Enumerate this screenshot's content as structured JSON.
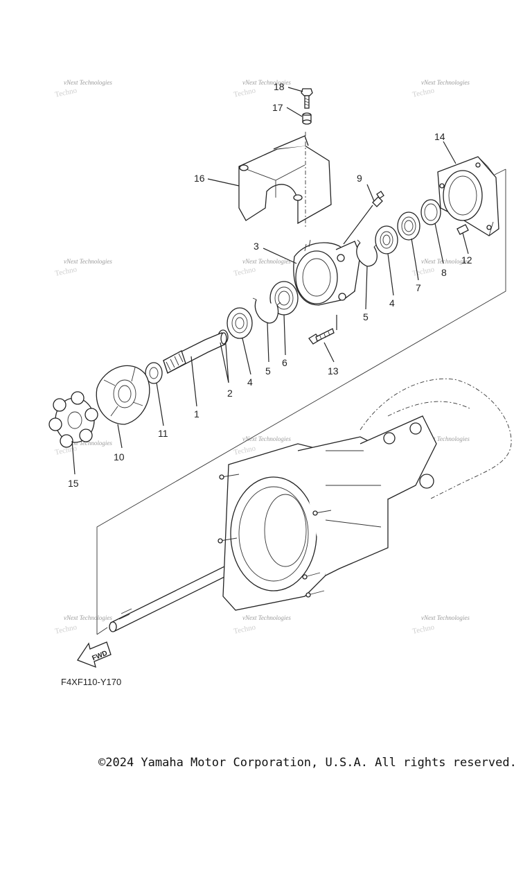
{
  "diagram": {
    "callouts": [
      {
        "id": "c1",
        "label": "1"
      },
      {
        "id": "c2",
        "label": "2"
      },
      {
        "id": "c3",
        "label": "3"
      },
      {
        "id": "c4a",
        "label": "4"
      },
      {
        "id": "c4b",
        "label": "4"
      },
      {
        "id": "c5a",
        "label": "5"
      },
      {
        "id": "c5b",
        "label": "5"
      },
      {
        "id": "c6",
        "label": "6"
      },
      {
        "id": "c7",
        "label": "7"
      },
      {
        "id": "c8",
        "label": "8"
      },
      {
        "id": "c9",
        "label": "9"
      },
      {
        "id": "c10",
        "label": "10"
      },
      {
        "id": "c11",
        "label": "11"
      },
      {
        "id": "c12",
        "label": "12"
      },
      {
        "id": "c13",
        "label": "13"
      },
      {
        "id": "c14",
        "label": "14"
      },
      {
        "id": "c15",
        "label": "15"
      },
      {
        "id": "c16",
        "label": "16"
      },
      {
        "id": "c17",
        "label": "17"
      },
      {
        "id": "c18",
        "label": "18"
      }
    ],
    "arrow_label": "FWD",
    "diagram_code": "F4XF110-Y170",
    "watermark_text": "vNext Technologies"
  },
  "footer": {
    "copyright": "©2024 Yamaha Motor Corporation, U.S.A. All rights reserved."
  }
}
